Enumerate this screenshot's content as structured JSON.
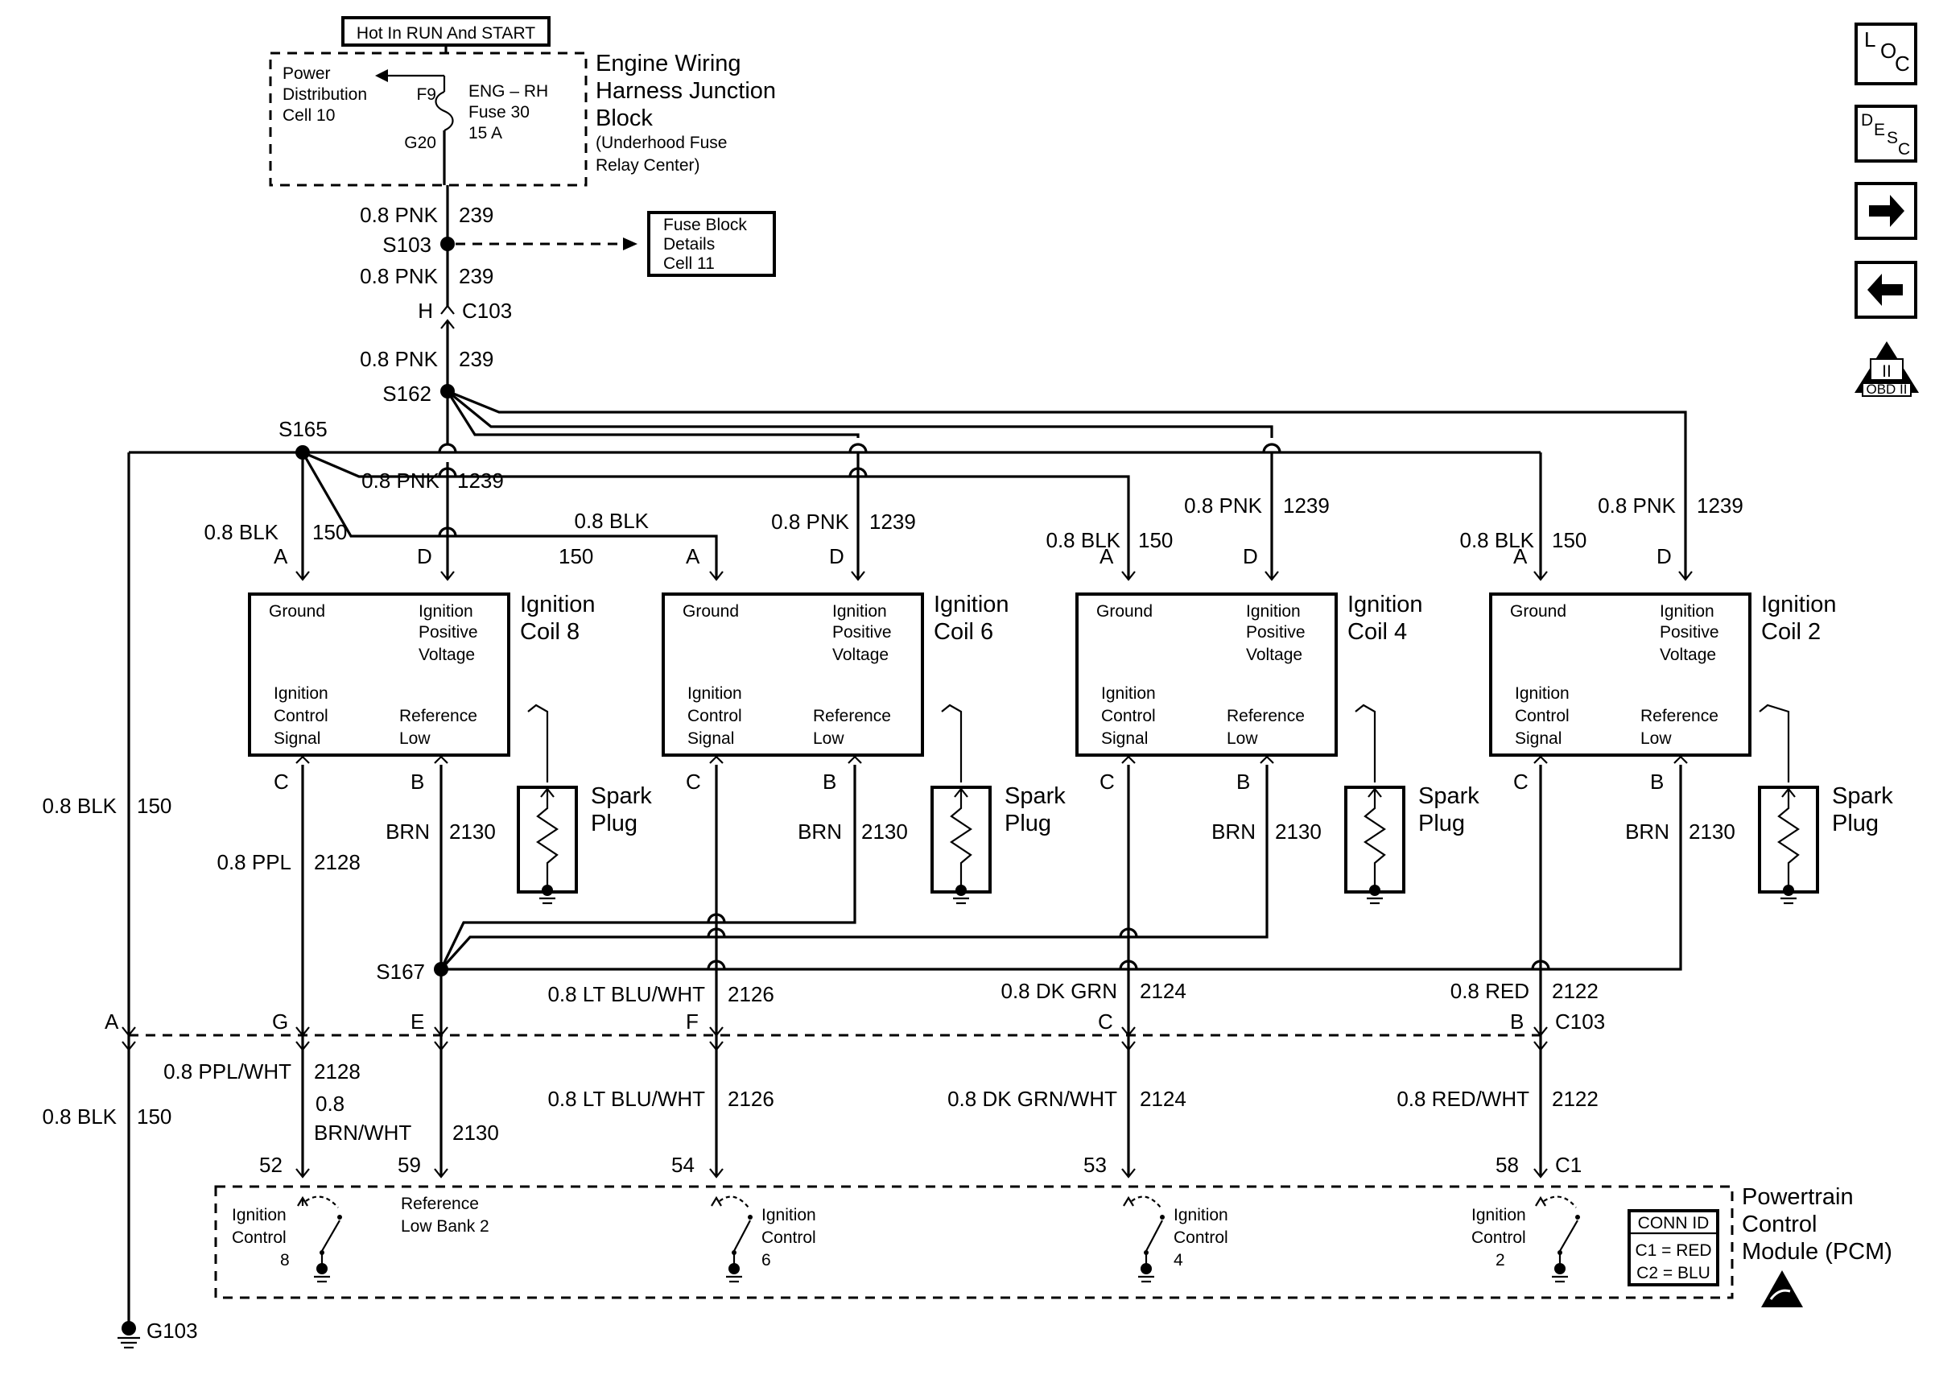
{
  "header": {
    "hot_label": "Hot In RUN And START"
  },
  "junction_block": {
    "title": [
      "Engine Wiring",
      "Harness Junction",
      "Block"
    ],
    "subtitle": [
      "(Underhood Fuse",
      "Relay Center)"
    ],
    "power_dist": [
      "Power",
      "Distribution",
      "Cell 10"
    ],
    "fuse": [
      "ENG – RH",
      "Fuse 30",
      "15 A"
    ],
    "pin_top": "F9",
    "pin_bottom": "G20"
  },
  "fuse_block_ref": [
    "Fuse Block",
    "Details",
    "Cell 11"
  ],
  "main_feed": {
    "wire_a": "0.8 PNK",
    "circuit_a": "239",
    "splice_a": "S103",
    "wire_b": "0.8 PNK",
    "circuit_b": "239",
    "pin_h": "H",
    "connector_h": "C103",
    "wire_c": "0.8 PNK",
    "circuit_c": "239",
    "splice_b": "S162"
  },
  "ground_splice": "S165",
  "ground_wire": {
    "color": "0.8 BLK",
    "circuit": "150",
    "lower_color": "0.8 BLK",
    "lower_circuit": "150"
  },
  "ground_point": "G103",
  "coils": [
    {
      "name": [
        "Ignition",
        "Coil 8"
      ],
      "pin_ground": "A",
      "pin_voltage": "D",
      "pin_signal": "C",
      "pin_ref": "B",
      "ground_wire": "0.8 BLK",
      "ground_circuit": "150",
      "feed_wire": "0.8 PNK",
      "feed_circuit": "1239",
      "ref_wire": "BRN",
      "ref_circuit": "2130"
    },
    {
      "name": [
        "Ignition",
        "Coil 6"
      ],
      "pin_ground": "A",
      "pin_voltage": "D",
      "pin_signal": "C",
      "pin_ref": "B",
      "ground_wire": "0.8 BLK",
      "ground_circuit": "150",
      "feed_wire": "0.8 PNK",
      "feed_circuit": "1239",
      "ref_wire": "BRN",
      "ref_circuit": "2130"
    },
    {
      "name": [
        "Ignition",
        "Coil 4"
      ],
      "pin_ground": "A",
      "pin_voltage": "D",
      "pin_signal": "C",
      "pin_ref": "B",
      "ground_wire": "0.8 BLK",
      "ground_circuit": "150",
      "feed_wire": "0.8 PNK",
      "feed_circuit": "1239",
      "ref_wire": "BRN",
      "ref_circuit": "2130"
    },
    {
      "name": [
        "Ignition",
        "Coil 2"
      ],
      "pin_ground": "A",
      "pin_voltage": "D",
      "pin_signal": "C",
      "pin_ref": "B",
      "ground_wire": "0.8 BLK",
      "ground_circuit": "150",
      "feed_wire": "0.8 PNK",
      "feed_circuit": "1239",
      "ref_wire": "BRN",
      "ref_circuit": "2130"
    }
  ],
  "coil_labels": {
    "ground": "Ground",
    "voltage": [
      "Ignition",
      "Positive",
      "Voltage"
    ],
    "signal": [
      "Ignition",
      "Control",
      "Signal"
    ],
    "ref": [
      "Reference",
      "Low"
    ],
    "spark_plug": [
      "Spark",
      "Plug"
    ]
  },
  "signal_wires_upper": [
    {
      "color": "0.8 PPL",
      "circuit": "2128"
    },
    {
      "color": "0.8 LT BLU/WHT",
      "circuit": "2126"
    },
    {
      "color": "0.8 DK GRN",
      "circuit": "2124"
    },
    {
      "color": "0.8 RED",
      "circuit": "2122"
    }
  ],
  "ref_splice": "S167",
  "connector_c103": {
    "name": "C103",
    "pins": [
      "A",
      "G",
      "E",
      "F",
      "C",
      "B"
    ]
  },
  "signal_wires_lower": [
    {
      "color": "0.8 PPL/WHT",
      "circuit": "2128"
    },
    {
      "color": "0.8 BRN/WHT",
      "color_line1": "0.8",
      "color_line2": "BRN/WHT",
      "circuit": "2130"
    },
    {
      "color": "0.8 LT BLU/WHT",
      "circuit": "2126"
    },
    {
      "color": "0.8 DK GRN/WHT",
      "circuit": "2124"
    },
    {
      "color": "0.8 RED/WHT",
      "circuit": "2122"
    }
  ],
  "pcm": {
    "name": [
      "Powertrain",
      "Control",
      "Module (PCM)"
    ],
    "connector": "C1",
    "pins": [
      "52",
      "59",
      "54",
      "53",
      "58"
    ],
    "ref_label": [
      "Reference",
      "Low Bank 2"
    ],
    "controls": [
      [
        "Ignition",
        "Control",
        "8"
      ],
      [
        "Ignition",
        "Control",
        "6"
      ],
      [
        "Ignition",
        "Control",
        "4"
      ],
      [
        "Ignition",
        "Control",
        "2"
      ]
    ],
    "conn_id": [
      "CONN ID",
      "C1 = RED",
      "C2 = BLU"
    ]
  },
  "nav": {
    "loc": [
      "L",
      "O",
      "C"
    ],
    "desc": [
      "D",
      "E",
      "S",
      "C"
    ],
    "obd": [
      "II",
      "OBD II"
    ]
  }
}
